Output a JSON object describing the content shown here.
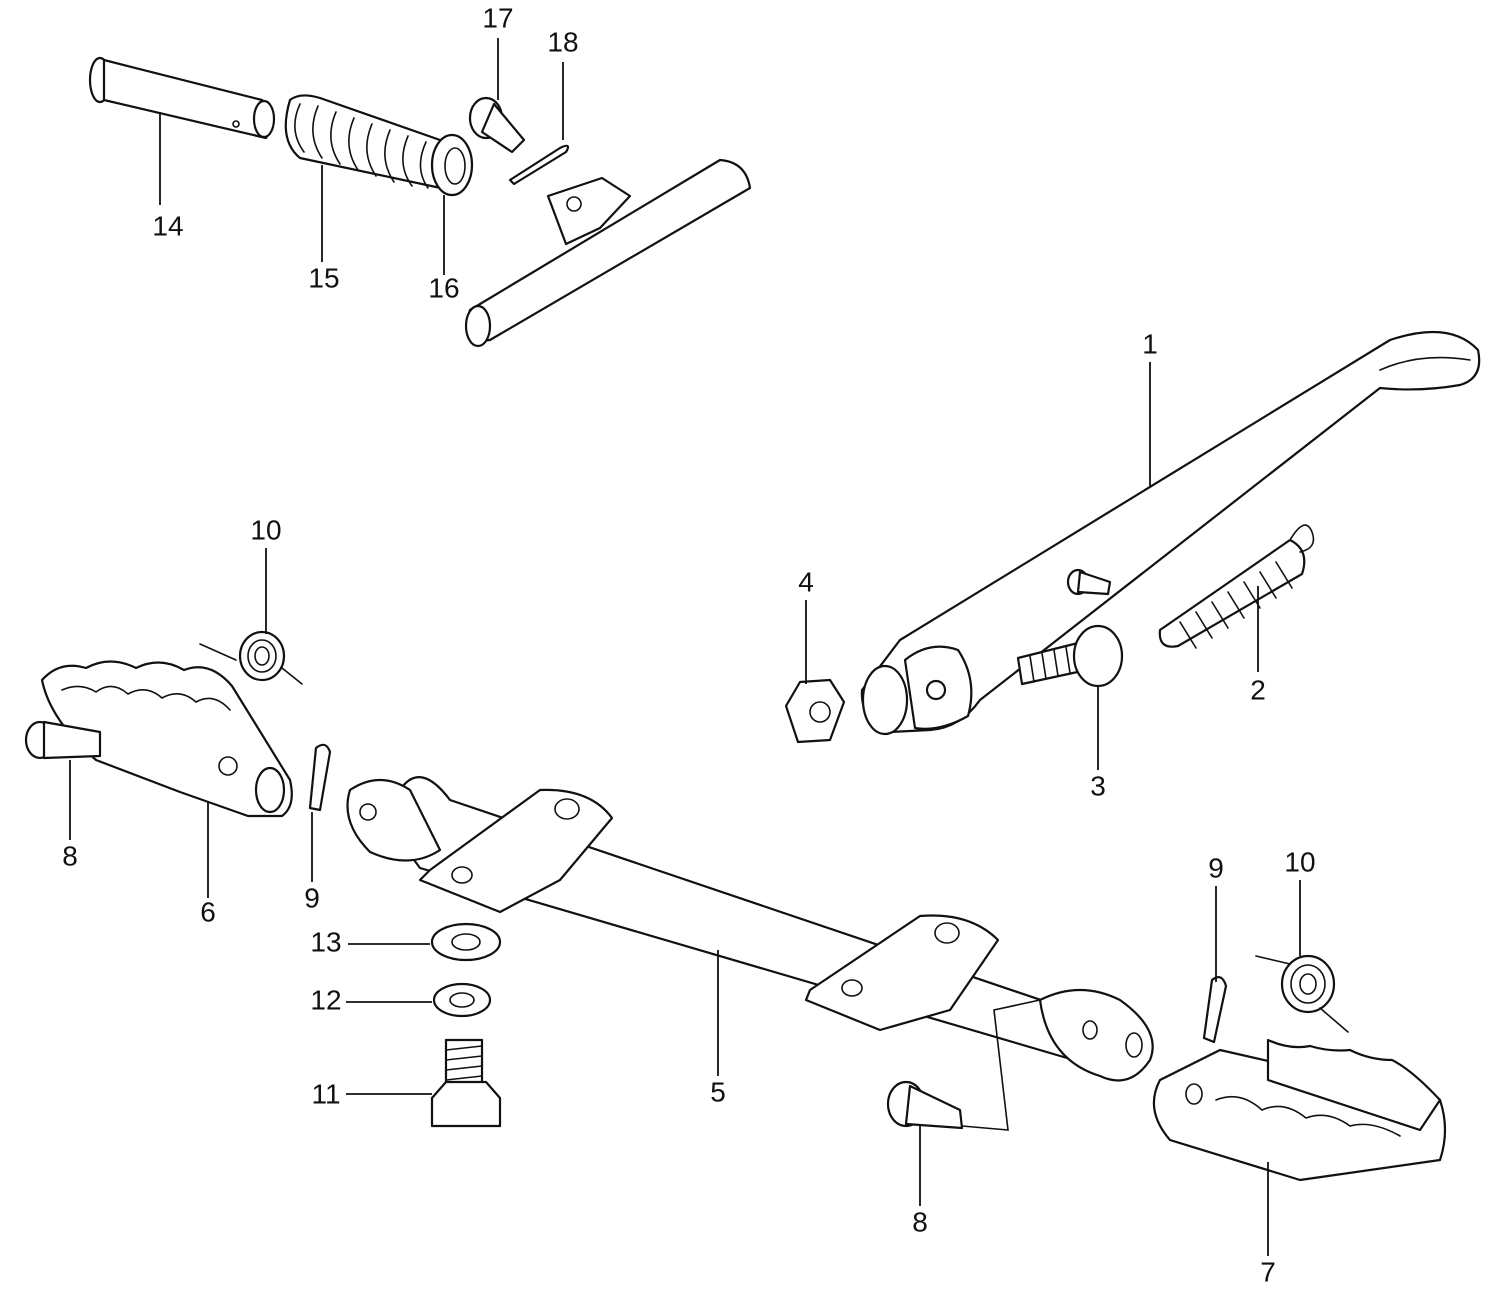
{
  "callouts": {
    "c1": "1",
    "c2": "2",
    "c3": "3",
    "c4": "4",
    "c5": "5",
    "c6": "6",
    "c7": "7",
    "c8a": "8",
    "c8b": "8",
    "c9a": "9",
    "c9b": "9",
    "c10a": "10",
    "c10b": "10",
    "c11": "11",
    "c12": "12",
    "c13": "13",
    "c14": "14",
    "c15": "15",
    "c16": "16",
    "c17": "17",
    "c18": "18"
  },
  "colors": {
    "ink": "#111111",
    "paper": "#ffffff"
  }
}
